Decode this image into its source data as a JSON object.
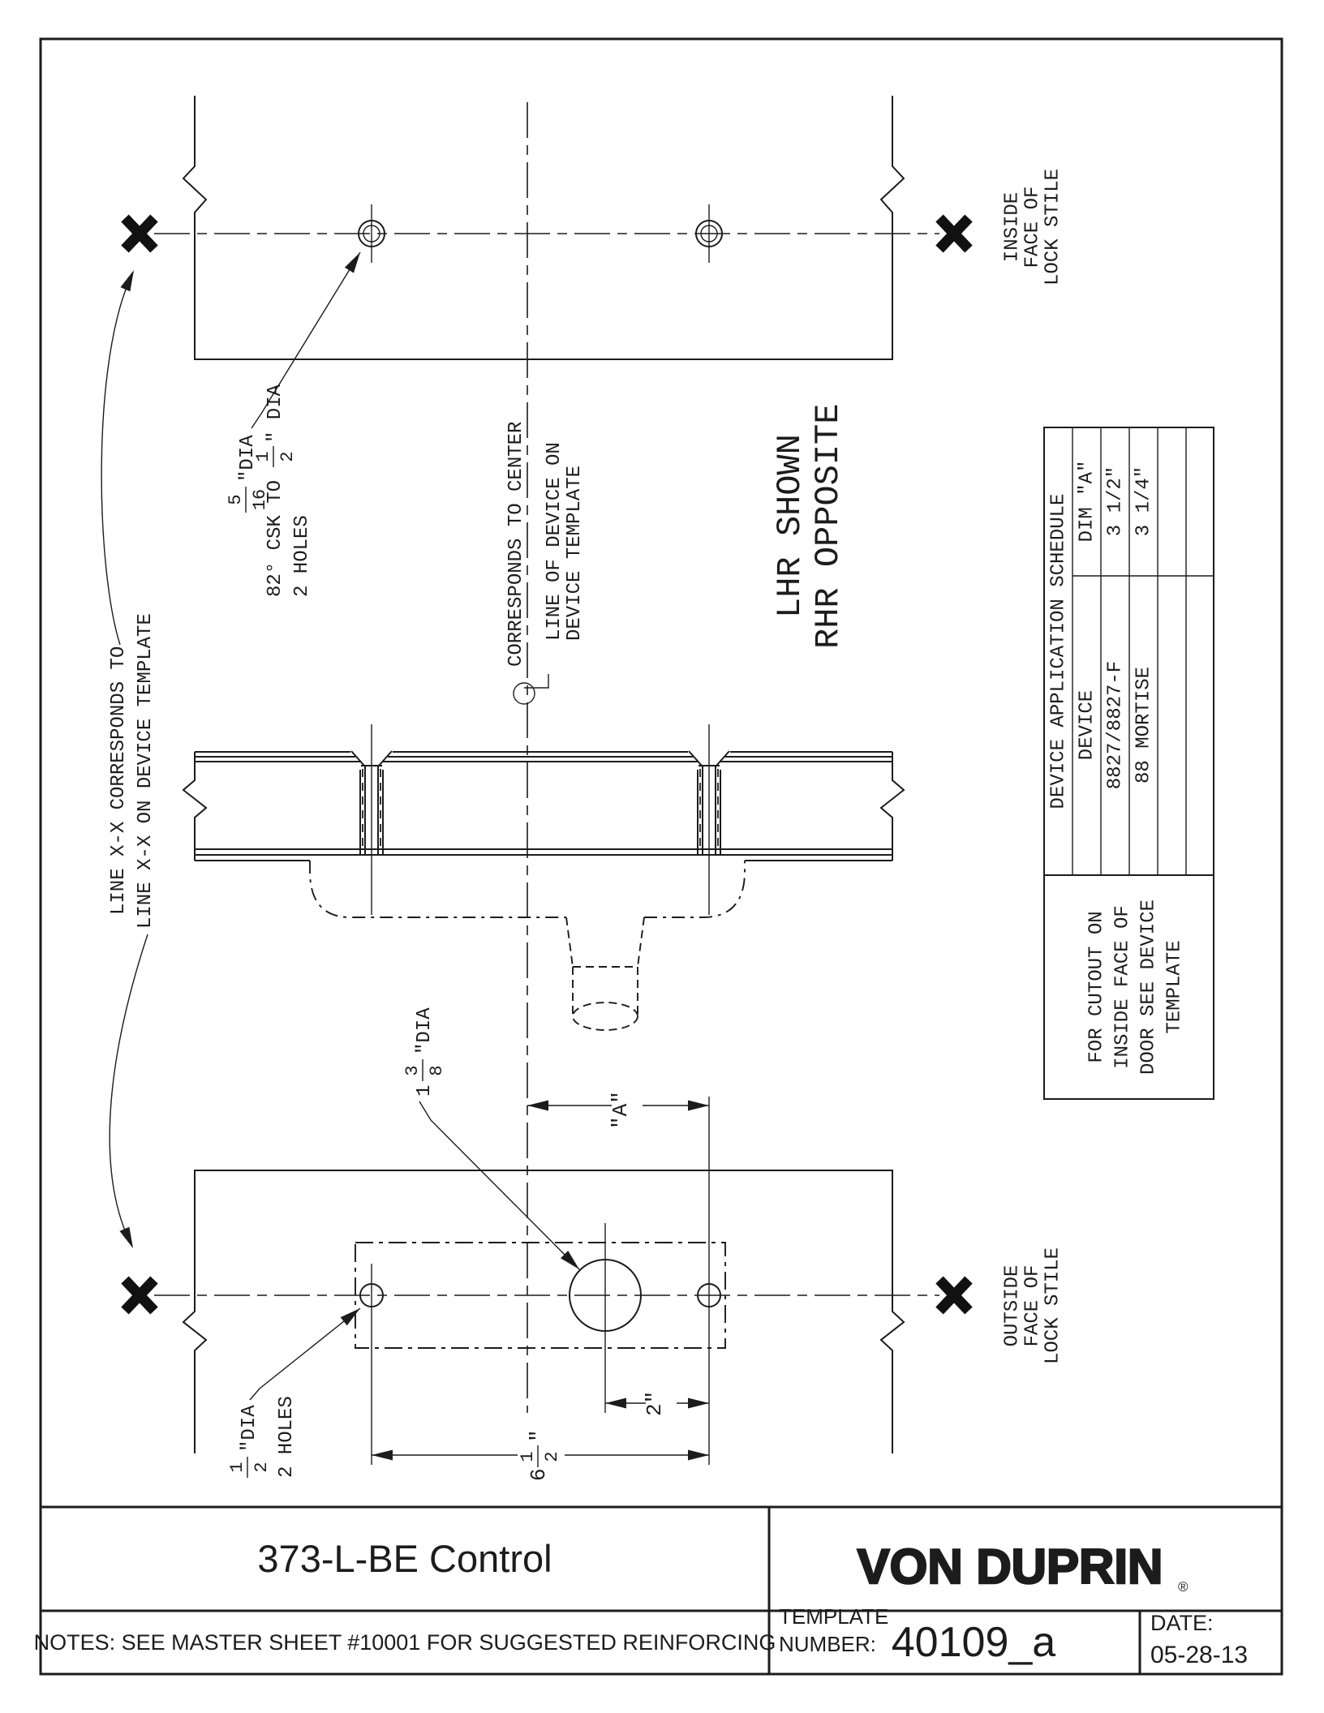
{
  "colors": {
    "ink": "#1c1c1c",
    "paper": "#ffffff"
  },
  "annotations": {
    "csk": {
      "num": "5",
      "den": "16",
      "suffix": "\"DIA",
      "line2_prefix": "82° CSK TO",
      "line2_num": "1",
      "line2_den": "2",
      "line2_suffix": "\" DIA",
      "line3": "2 HOLES"
    },
    "center_note": [
      "CORRESPONDS TO CENTER",
      "LINE OF DEVICE ON",
      "DEVICE TEMPLATE"
    ],
    "hand_note": [
      "LHR SHOWN",
      "RHR OPPOSITE"
    ],
    "inside_face": [
      "INSIDE",
      "FACE OF",
      "LOCK STILE"
    ],
    "outside_face": [
      "OUTSIDE",
      "FACE OF",
      "LOCK STILE"
    ],
    "xline_note": [
      "LINE X-X CORRESPONDS TO",
      "LINE X-X ON DEVICE TEMPLATE"
    ],
    "big_hole": {
      "prefix": "1",
      "num": "3",
      "den": "8",
      "suffix": "\"DIA"
    },
    "small_holes": {
      "num": "1",
      "den": "2",
      "suffix": "\"DIA",
      "line2": "2 HOLES"
    },
    "dim_a": "\"A\"",
    "dim_two": "2\"",
    "dim_six": {
      "prefix": "6",
      "num": "1",
      "den": "2",
      "suffix": "\""
    }
  },
  "schedule": {
    "title": "DEVICE APPLICATION SCHEDULE",
    "header": {
      "device": "DEVICE",
      "dim": "DIM \"A\""
    },
    "rows": [
      {
        "device": "8827/8827-F",
        "dim": "3 1/2\""
      },
      {
        "device": "88 MORTISE",
        "dim": "3 1/4\""
      }
    ],
    "note": [
      "FOR CUTOUT ON",
      "INSIDE FACE OF",
      "DOOR SEE DEVICE",
      "TEMPLATE"
    ]
  },
  "title_block": {
    "drawing_title": "373-L-BE Control",
    "notes": "NOTES: SEE MASTER SHEET #10001 FOR SUGGESTED REINFORCING",
    "brand": "VON DUPRIN",
    "registered": "®",
    "template_label_1": "TEMPLATE",
    "template_label_2": "NUMBER:",
    "template_number": "40109_a",
    "date_label": "DATE:",
    "date_value": "05-28-13"
  }
}
